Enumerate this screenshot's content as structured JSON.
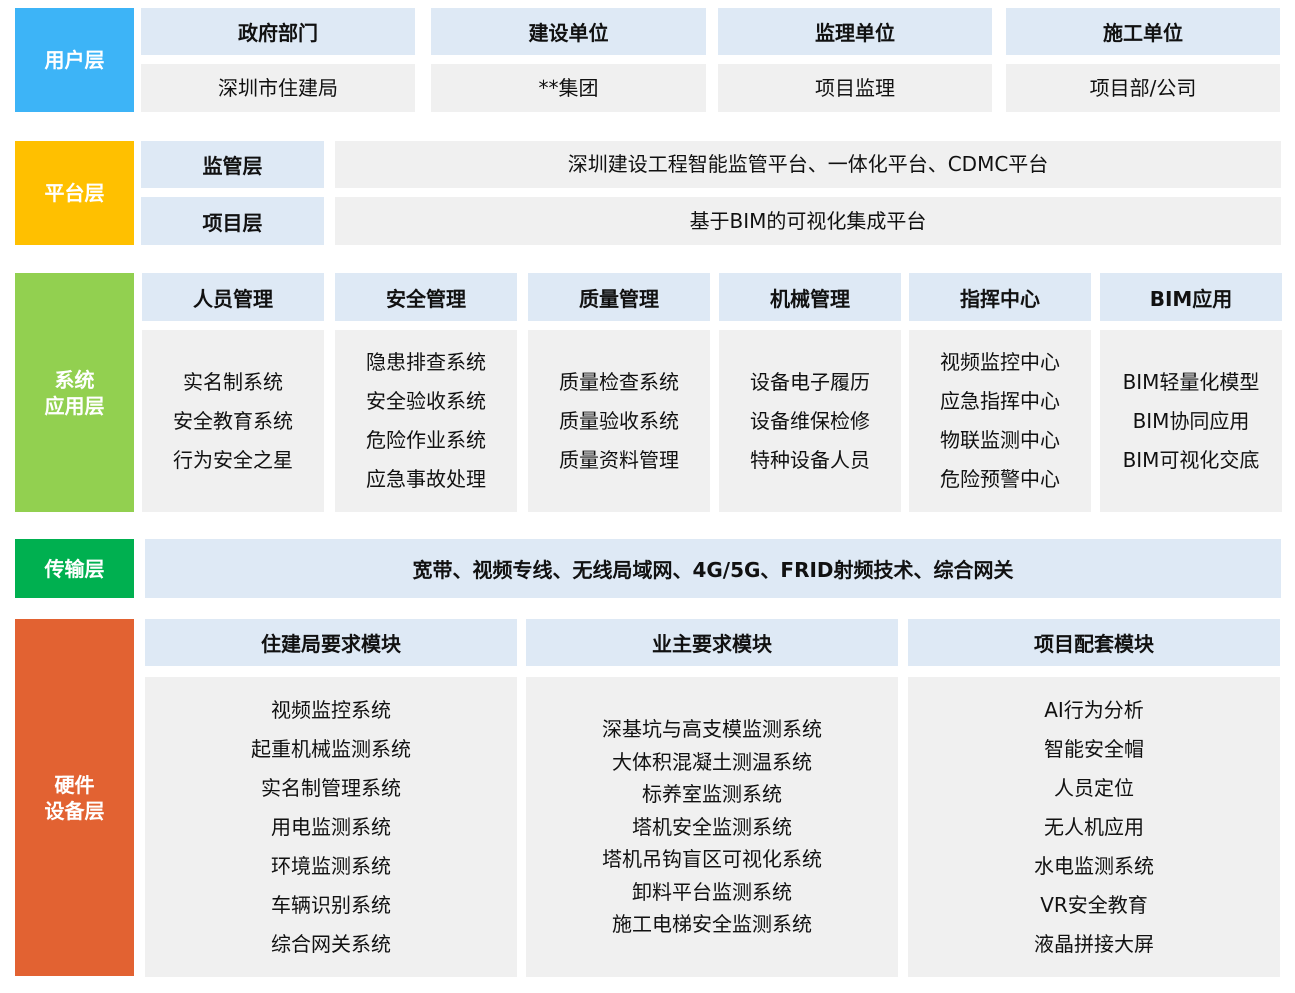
{
  "colors": {
    "user": "#3DB4F7",
    "platform": "#FFC000",
    "system": "#92D050",
    "transport": "#00B050",
    "hardware": "#E26232",
    "header_bg": "#DEE9F5",
    "cell_bg": "#F0F0F0"
  },
  "user_layer": {
    "label": "用户层",
    "columns": [
      {
        "header": "政府部门",
        "value": "深圳市住建局"
      },
      {
        "header": "建设单位",
        "value": "**集团"
      },
      {
        "header": "监理单位",
        "value": "项目监理"
      },
      {
        "header": "施工单位",
        "value": "项目部/公司"
      }
    ]
  },
  "platform_layer": {
    "label": "平台层",
    "rows": [
      {
        "header": "监管层",
        "value": "深圳建设工程智能监管平台、一体化平台、CDMC平台"
      },
      {
        "header": "项目层",
        "value": "基于BIM的可视化集成平台"
      }
    ]
  },
  "system_layer": {
    "label_lines": [
      "系统",
      "应用层"
    ],
    "columns": [
      {
        "header": "人员管理",
        "items": [
          "实名制系统",
          "安全教育系统",
          "行为安全之星"
        ]
      },
      {
        "header": "安全管理",
        "items": [
          "隐患排查系统",
          "安全验收系统",
          "危险作业系统",
          "应急事故处理"
        ]
      },
      {
        "header": "质量管理",
        "items": [
          "质量检查系统",
          "质量验收系统",
          "质量资料管理"
        ]
      },
      {
        "header": "机械管理",
        "items": [
          "设备电子履历",
          "设备维保检修",
          "特种设备人员"
        ]
      },
      {
        "header": "指挥中心",
        "items": [
          "视频监控中心",
          "应急指挥中心",
          "物联监测中心",
          "危险预警中心"
        ]
      },
      {
        "header": "BIM应用",
        "items": [
          "BIM轻量化模型",
          "BIM协同应用",
          "BIM可视化交底"
        ]
      }
    ]
  },
  "transport_layer": {
    "label": "传输层",
    "value": "宽带、视频专线、无线局域网、4G/5G、FRID射频技术、综合网关"
  },
  "hardware_layer": {
    "label_lines": [
      "硬件",
      "设备层"
    ],
    "columns": [
      {
        "header": "住建局要求模块",
        "items": [
          "视频监控系统",
          "起重机械监测系统",
          "实名制管理系统",
          "用电监测系统",
          "环境监测系统",
          "车辆识别系统",
          "综合网关系统"
        ]
      },
      {
        "header": "业主要求模块",
        "items": [
          "深基坑与高支模监测系统",
          "大体积混凝土测温系统",
          "标养室监测系统",
          "塔机安全监测系统",
          "塔机吊钩盲区可视化系统",
          "卸料平台监测系统",
          "施工电梯安全监测系统"
        ]
      },
      {
        "header": "项目配套模块",
        "items": [
          "AI行为分析",
          "智能安全帽",
          "人员定位",
          "无人机应用",
          "水电监测系统",
          "VR安全教育",
          "液晶拼接大屏"
        ]
      }
    ]
  }
}
